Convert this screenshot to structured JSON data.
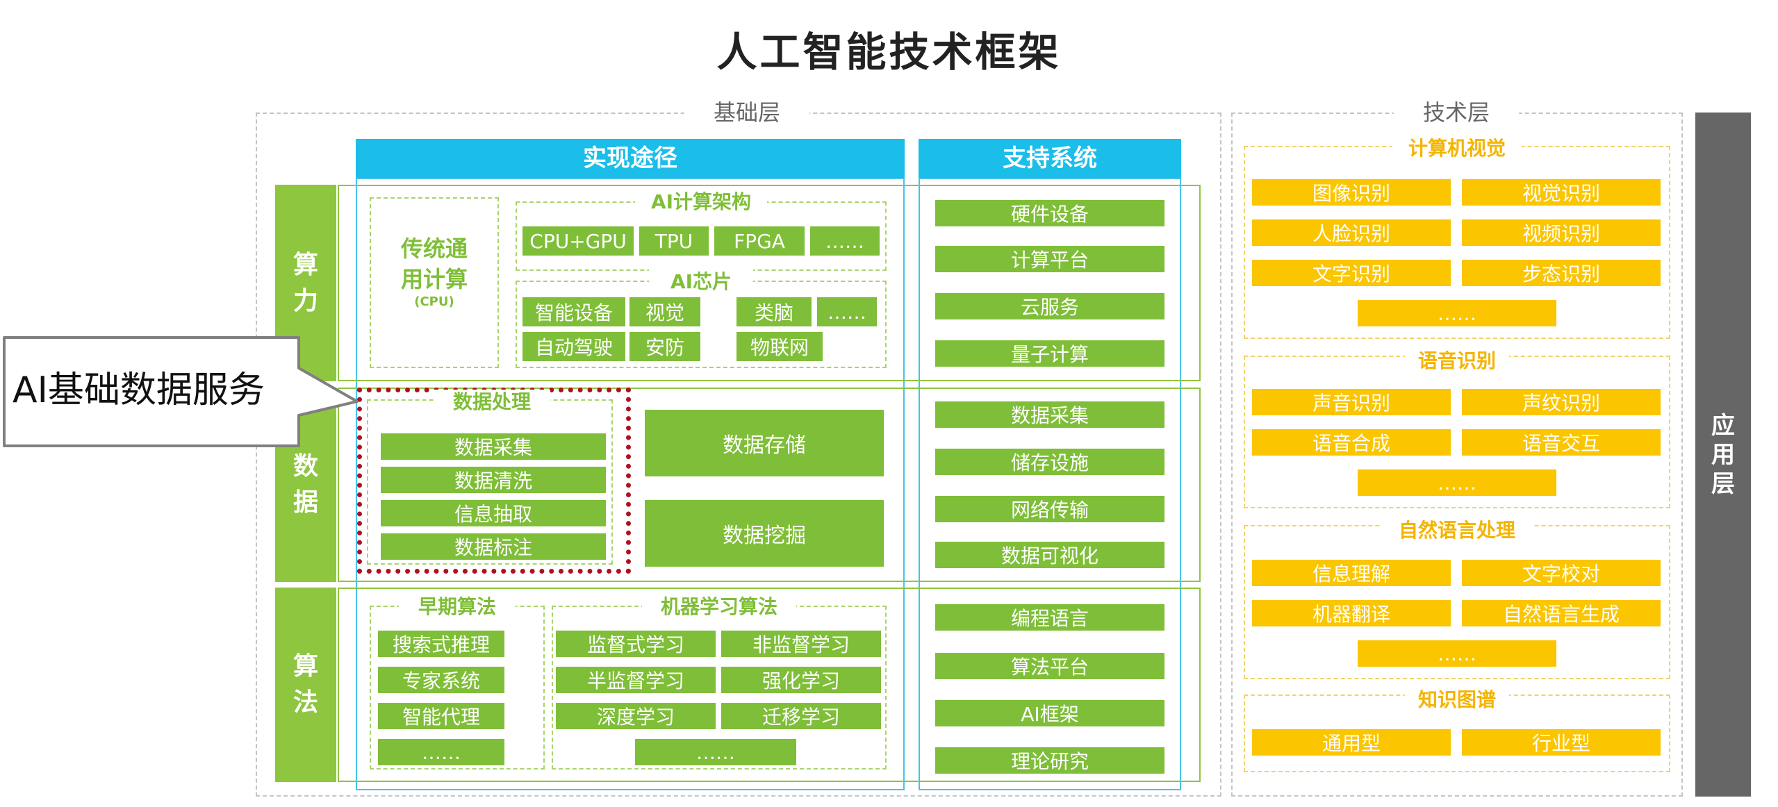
{
  "title": "人工智能技术框架",
  "basic_layer": {
    "label": "基础层",
    "col_impl": "实现途径",
    "col_support": "支持系统",
    "rows": {
      "compute": {
        "label": "算力",
        "traditional": {
          "title": "传统通用计算",
          "sub": "(CPU)"
        },
        "ai_arch": {
          "title": "AI计算架构",
          "items": [
            "CPU+GPU",
            "TPU",
            "FPGA",
            "……"
          ]
        },
        "ai_chip": {
          "title": "AI芯片",
          "items": [
            "智能设备",
            "视觉",
            "类脑",
            "……",
            "自动驾驶",
            "安防",
            "物联网"
          ]
        },
        "support": [
          "硬件设备",
          "计算平台",
          "云服务",
          "量子计算"
        ]
      },
      "data": {
        "label": "数据",
        "processing": {
          "title": "数据处理",
          "items": [
            "数据采集",
            "数据清洗",
            "信息抽取",
            "数据标注"
          ]
        },
        "storage": "数据存储",
        "mining": "数据挖掘",
        "support": [
          "数据采集",
          "储存设施",
          "网络传输",
          "数据可视化"
        ]
      },
      "algorithm": {
        "label": "算法",
        "early": {
          "title": "早期算法",
          "items": [
            "搜索式推理",
            "专家系统",
            "智能代理",
            "……"
          ]
        },
        "ml": {
          "title": "机器学习算法",
          "items": [
            "监督式学习",
            "非监督学习",
            "半监督学习",
            "强化学习",
            "深度学习",
            "迁移学习",
            "……"
          ]
        },
        "support": [
          "编程语言",
          "算法平台",
          "AI框架",
          "理论研究"
        ]
      }
    }
  },
  "tech_layer": {
    "label": "技术层",
    "groups": [
      {
        "title": "计算机视觉",
        "items": [
          "图像识别",
          "视觉识别",
          "人脸识别",
          "视频识别",
          "文字识别",
          "步态识别",
          "……"
        ]
      },
      {
        "title": "语音识别",
        "items": [
          "声音识别",
          "声纹识别",
          "语音合成",
          "语音交互",
          "……"
        ]
      },
      {
        "title": "自然语言处理",
        "items": [
          "信息理解",
          "文字校对",
          "机器翻译",
          "自然语言生成",
          "……"
        ]
      },
      {
        "title": "知识图谱",
        "items": [
          "通用型",
          "行业型"
        ]
      }
    ]
  },
  "app_layer": {
    "label": "应用层"
  },
  "callout": {
    "text": "AI基础数据服务"
  },
  "colors": {
    "green": "#7fbe38",
    "blue": "#1bbde9",
    "yellow": "#fbc500",
    "red": "#b01020",
    "gray": "#666666"
  }
}
